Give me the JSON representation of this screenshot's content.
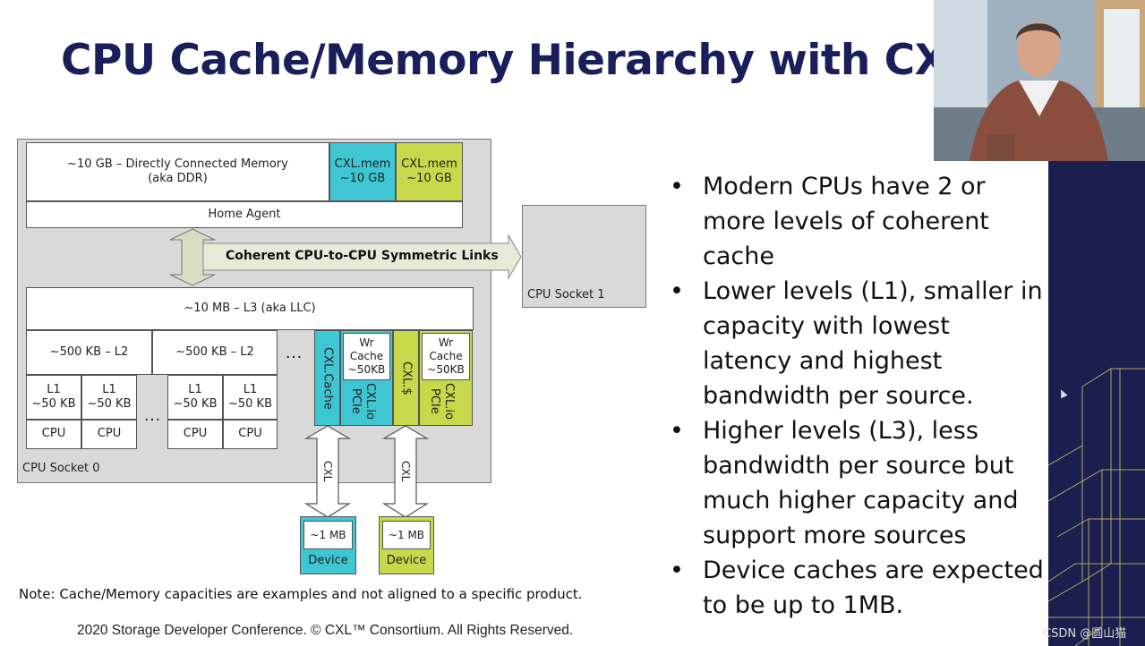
{
  "slide": {
    "title": "CPU Cache/Memory Hierarchy with CXL",
    "note": "Note: Cache/Memory capacities are examples and not aligned to a specific product.",
    "footer": "2020 Storage Developer Conference. © CXL™ Consortium.  All Rights Reserved.",
    "watermark": "CSDN @圆山猫"
  },
  "diagram": {
    "ddr": "~10 GB – Directly Connected Memory\n(aka DDR)",
    "cxl_mem_1": "CXL.mem\n~10 GB",
    "cxl_mem_2": "CXL.mem\n~10 GB",
    "home_agent": "Home Agent",
    "link_label": "Coherent CPU-to-CPU Symmetric Links",
    "socket1": "CPU Socket 1",
    "socket0": "CPU Socket 0",
    "l3": "~10 MB – L3 (aka LLC)",
    "l2_a": "~500 KB – L2",
    "l2_b": "~500 KB – L2",
    "ellipsis": "…",
    "l1": "L1\n~50 KB",
    "cpu": "CPU",
    "cxl_cache": "CXL.Cache",
    "wr_cache": "Wr\nCache\n~50KB",
    "cxl_io_pcie": "CXL.io\nPCIe",
    "cxl_dollar": "CXL.$",
    "cxl_link": "CXL",
    "device_cache": "~1 MB",
    "device": "Device"
  },
  "bullets": [
    "Modern CPUs have 2 or more levels of coherent cache",
    "Lower levels (L1), smaller in capacity with lowest latency and highest bandwidth per source.",
    "Higher levels (L3), less bandwidth per source but much higher capacity and support more sources",
    "Device caches are expected to be up to 1MB."
  ],
  "colors": {
    "title": "#1a1f5c",
    "teal": "#3fc6d3",
    "lime": "#c7d84a",
    "panel": "#1b1f4f"
  }
}
